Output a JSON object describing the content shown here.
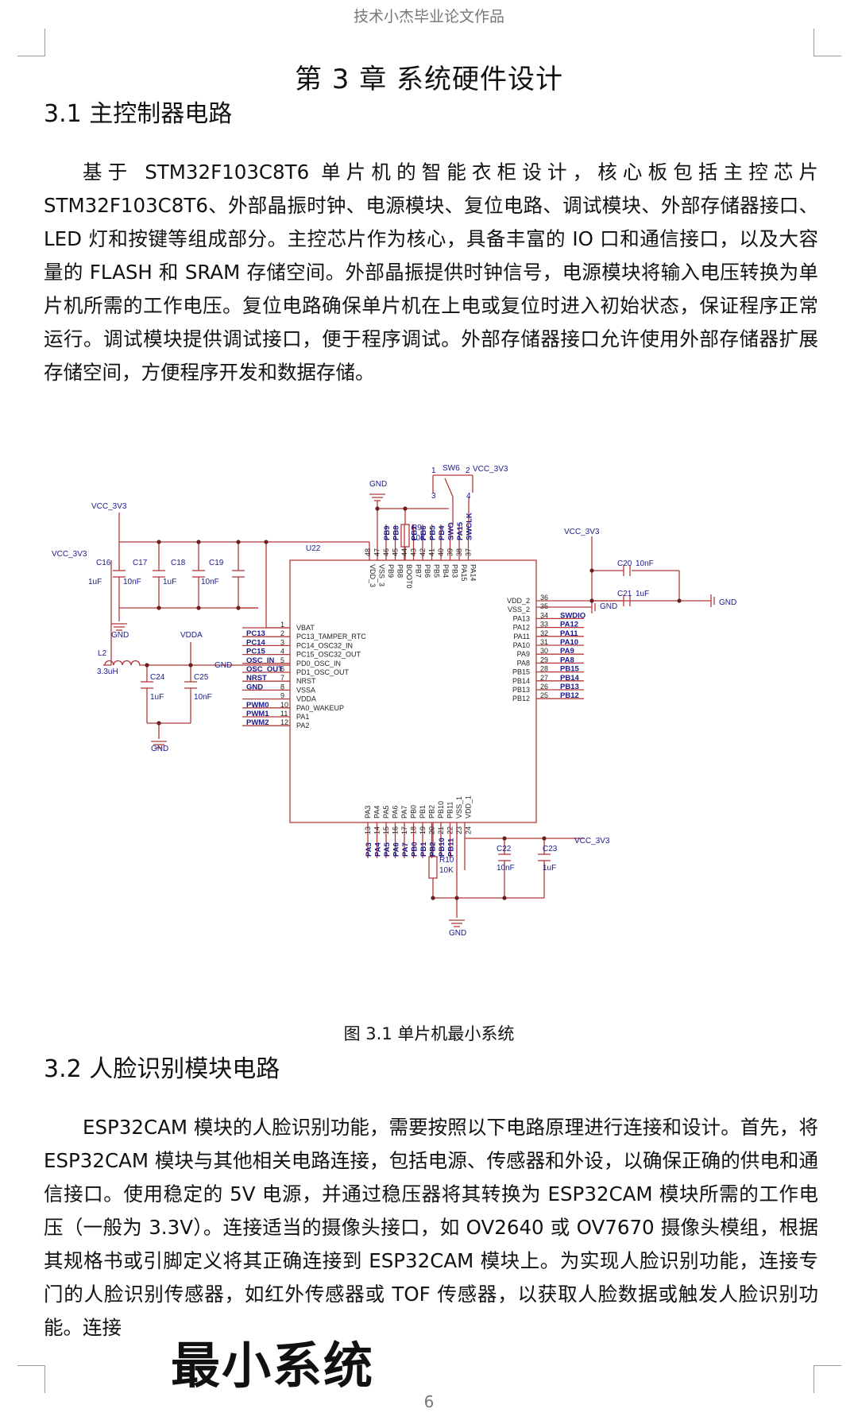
{
  "header": "技术小杰毕业论文作品",
  "chapter_title": "第 3 章  系统硬件设计",
  "section1_title": "3.1 主控制器电路",
  "section1_text": "基于 STM32F103C8T6 单片机的智能衣柜设计，核心板包括主控芯片 STM32F103C8T6、外部晶振时钟、电源模块、复位电路、调试模块、外部存储器接口、LED 灯和按键等组成部分。主控芯片作为核心，具备丰富的 IO 口和通信接口，以及大容量的 FLASH 和 SRAM 存储空间。外部晶振提供时钟信号，电源模块将输入电压转换为单片机所需的工作电压。复位电路确保单片机在上电或复位时进入初始状态，保证程序正常运行。调试模块提供调试接口，便于程序调试。外部存储器接口允许使用外部存储器扩展存储空间，方便程序开发和数据存储。",
  "figure": {
    "overlay_label": "最小系统",
    "chip_ref": "U22",
    "caption": "图 3.1 单片机最小系统",
    "left_pins": [
      "VBAT",
      "PC13_TAMPER_RTC",
      "PC14_OSC32_IN",
      "PC15_OSC32_OUT",
      "PD0_OSC_IN",
      "PD1_OSC_OUT",
      "NRST",
      "VSSA",
      "VDDA",
      "PA0_WAKEUP",
      "PA1",
      "PA2"
    ],
    "left_nums": [
      "1",
      "2",
      "3",
      "4",
      "5",
      "6",
      "7",
      "8",
      "9",
      "10",
      "11",
      "12"
    ],
    "left_nets": [
      "",
      "PC13",
      "PC14",
      "PC15",
      "OSC_IN",
      "OSC_OUT",
      "NRST",
      "GND",
      "",
      "PWM0",
      "PWM1",
      "PWM2"
    ],
    "right_pins": [
      "VDD_2",
      "VSS_2",
      "PA13",
      "PA12",
      "PA11",
      "PA10",
      "PA9",
      "PA8",
      "PB15",
      "PB14",
      "PB13",
      "PB12"
    ],
    "right_nums": [
      "36",
      "35",
      "34",
      "33",
      "32",
      "31",
      "30",
      "29",
      "28",
      "27",
      "26",
      "25"
    ],
    "right_nets": [
      "",
      "",
      "SWDIO",
      "PA12",
      "PA11",
      "PA10",
      "PA9",
      "PA8",
      "PB15",
      "PB14",
      "PB13",
      "PB12"
    ],
    "top_pins": [
      "VDD_3",
      "VSS_3",
      "PB9",
      "PB8",
      "BOOT0",
      "PB7",
      "PB6",
      "PB5",
      "PB4",
      "PB3",
      "PA15",
      "PA14"
    ],
    "top_nums": [
      "48",
      "47",
      "46",
      "45",
      "44",
      "43",
      "42",
      "41",
      "40",
      "39",
      "38",
      "37"
    ],
    "top_nets": [
      "",
      "",
      "PB9",
      "PB8",
      "",
      "PB7",
      "PB6",
      "PB5",
      "PB4",
      "SWO",
      "PA15",
      "SWCLK"
    ],
    "bottom_pins": [
      "PA3",
      "PA4",
      "PA5",
      "PA6",
      "PA7",
      "PB0",
      "PB1",
      "PB2",
      "PB10",
      "PB11",
      "VSS_1",
      "VDD_1"
    ],
    "bottom_nums": [
      "13",
      "14",
      "15",
      "16",
      "17",
      "18",
      "19",
      "20",
      "21",
      "22",
      "23",
      "24"
    ],
    "bottom_nets": [
      "PA3",
      "PA4",
      "PA5",
      "PA6",
      "PA7",
      "PB0",
      "PB1",
      "PB2",
      "PB10",
      "PB11",
      "",
      ""
    ],
    "labels": {
      "vcc": "VCC_3V3",
      "gnd": "GND",
      "vdda": "VDDA",
      "sw": "SW6",
      "sw1": "1",
      "sw2": "2",
      "sw3": "3",
      "sw4": "4",
      "r9": "R9",
      "r9v": "10K",
      "r10": "R10",
      "r10v": "10K",
      "c16": "C16",
      "c16v": "1uF",
      "c17": "C17",
      "c17v": "10nF",
      "c18": "C18",
      "c18v": "1uF",
      "c19": "C19",
      "c19v": "10nF",
      "c20": "C20",
      "c20v": "10nF",
      "c21": "C21",
      "c21v": "1uF",
      "c22": "C22",
      "c22v": "10nF",
      "c23": "C23",
      "c23v": "1uF",
      "c24": "C24",
      "c24v": "1uF",
      "c25": "C25",
      "c25v": "10nF",
      "l2": "L2",
      "l2v": "3.3uH"
    }
  },
  "section2_title": "3.2 人脸识别模块电路",
  "section2_text": "ESP32CAM 模块的人脸识别功能，需要按照以下电路原理进行连接和设计。首先，将 ESP32CAM 模块与其他相关电路连接，包括电源、传感器和外设，以确保正确的供电和通信接口。使用稳定的 5V 电源，并通过稳压器将其转换为 ESP32CAM 模块所需的工作电压（一般为 3.3V）。连接适当的摄像头接口，如 OV2640 或 OV7670 摄像头模组，根据其规格书或引脚定义将其正确连接到 ESP32CAM 模块上。为实现人脸识别功能，连接专门的人脸识别传感器，如红外传感器或 TOF 传感器，以获取人脸数据或触发人脸识别功能。连接",
  "page_number": "6"
}
